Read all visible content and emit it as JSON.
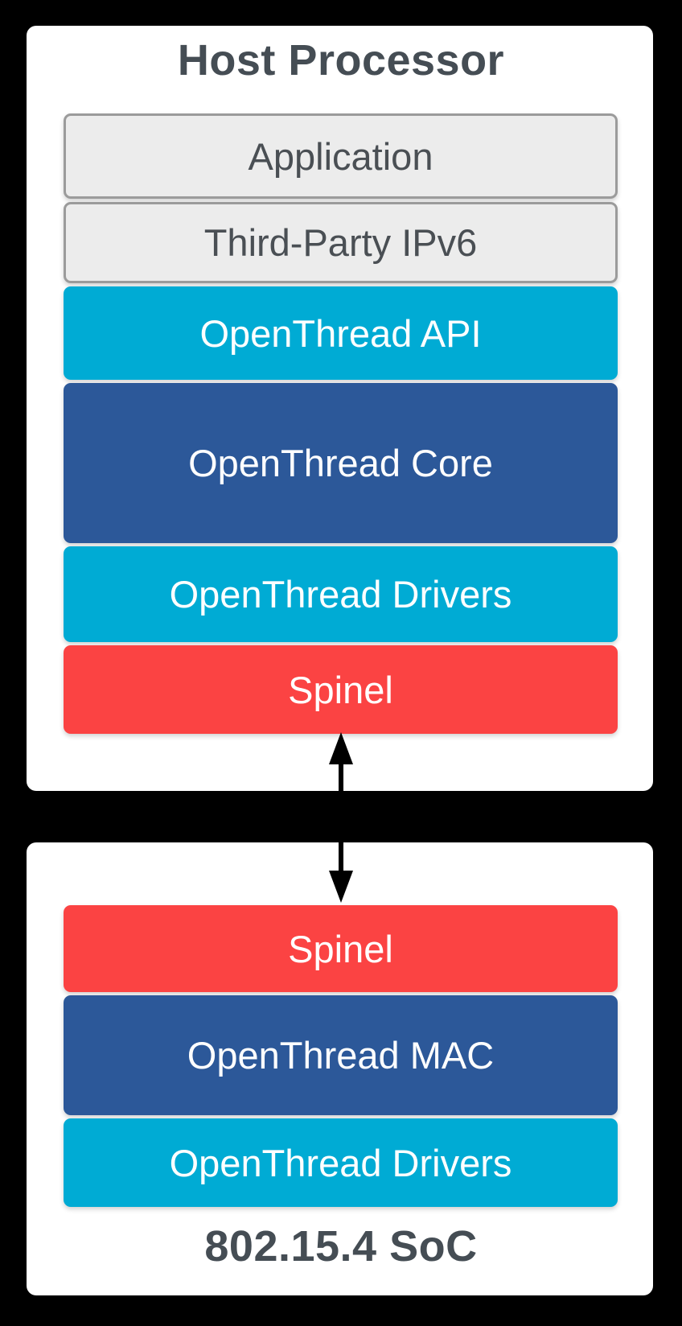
{
  "colors": {
    "background": "#000000",
    "panel": "#ffffff",
    "cyan": "#00abd4",
    "blue": "#2c5899",
    "red": "#fb4343",
    "gray_fill": "#ececec",
    "gray_border": "#9b9b9b",
    "title_text": "#454d54",
    "gray_box_text": "#4a4f54",
    "white_text": "#ffffff",
    "arrow": "#000000"
  },
  "host": {
    "title": "Host Processor",
    "layers": [
      {
        "label": "Application",
        "style": "gray"
      },
      {
        "label": "Third-Party IPv6",
        "style": "gray"
      },
      {
        "label": "OpenThread API",
        "style": "cyan"
      },
      {
        "label": "OpenThread Core",
        "style": "blue"
      },
      {
        "label": "OpenThread Drivers",
        "style": "cyan"
      },
      {
        "label": "Spinel",
        "style": "red"
      }
    ]
  },
  "soc": {
    "title": "802.15.4 SoC",
    "layers": [
      {
        "label": "Spinel",
        "style": "red"
      },
      {
        "label": "OpenThread MAC",
        "style": "blue"
      },
      {
        "label": "OpenThread Drivers",
        "style": "cyan"
      }
    ]
  },
  "connector": {
    "type": "bidirectional-arrow",
    "connects": [
      "Spinel (Host Processor)",
      "Spinel (802.15.4 SoC)"
    ]
  }
}
